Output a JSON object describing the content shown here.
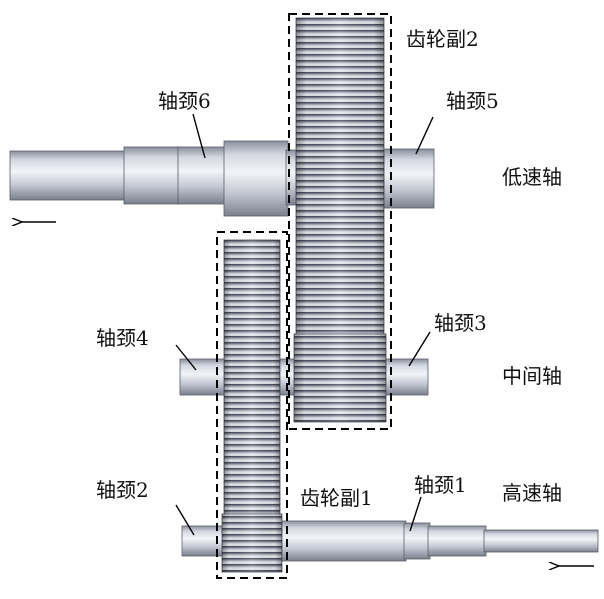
{
  "labels": {
    "journal_1": "轴颈1",
    "journal_2": "轴颈2",
    "journal_3": "轴颈3",
    "journal_4": "轴颈4",
    "journal_5": "轴颈5",
    "journal_6": "轴颈6",
    "gear_pair_1": "齿轮副1",
    "gear_pair_2": "齿轮副2",
    "low_speed_shaft": "低速轴",
    "intermediate_shaft": "中间轴",
    "high_speed_shaft": "高速轴"
  },
  "colors": {
    "shaft_light": "#e9ebf2",
    "shaft_mid": "#b9bdc9",
    "shaft_dark": "#7d8290",
    "gear_light": "#d8dbe4",
    "gear_dark": "#4d5260",
    "frame": "#000000"
  }
}
